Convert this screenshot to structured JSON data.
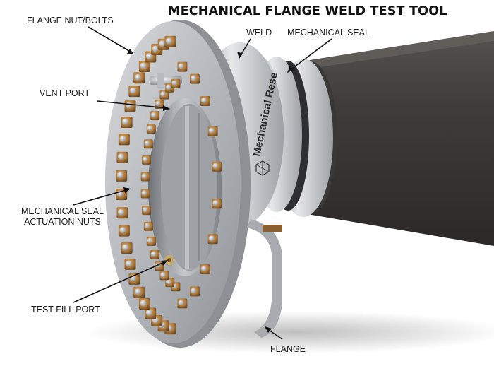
{
  "title": "MECHANICAL FLANGE WELD TEST TOOL",
  "callouts": {
    "flange_nut_bolts": "FLANGE NUT/BOLTS",
    "weld": "WELD",
    "mechanical_seal": "MECHANICAL SEAL",
    "vent_port": "VENT PORT",
    "seal_nuts_line1": "MECHANICAL SEAL",
    "seal_nuts_line2": "ACTUATION NUTS",
    "test_fill_port": "TEST FILL PORT",
    "flange": "FLANGE"
  },
  "product_branding": "Mechanical Rese",
  "colors": {
    "pipe": "#3d3b39",
    "steel": "#b9bcc0",
    "brass_nut": "#b07a3a"
  }
}
